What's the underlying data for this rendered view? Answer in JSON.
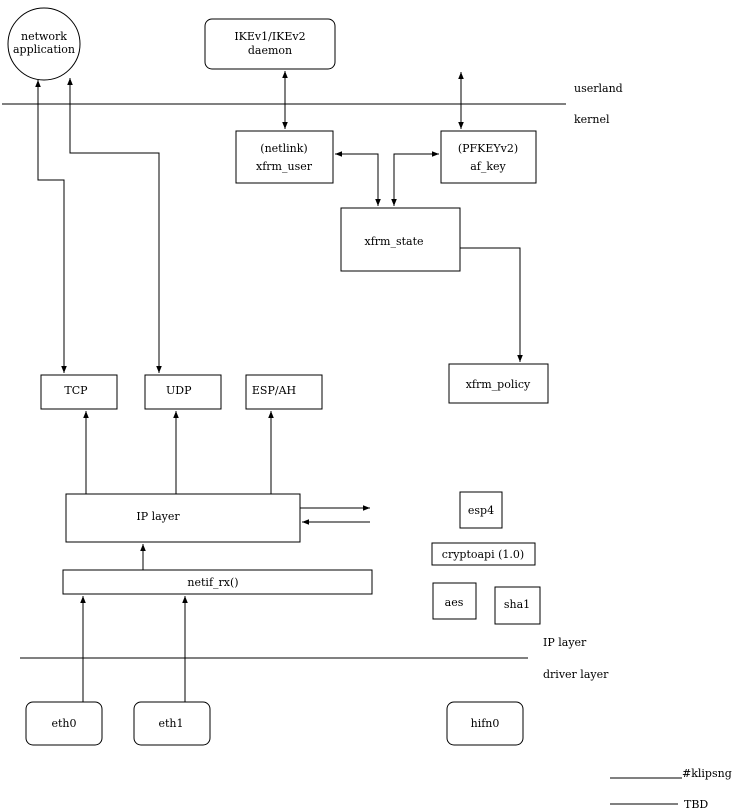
{
  "nodes": {
    "network_app": {
      "line1": "network",
      "line2": "application"
    },
    "ike_daemon": {
      "line1": "IKEv1/IKEv2",
      "line2": "daemon"
    },
    "xfrm_user": {
      "line1": "(netlink)",
      "line2": "xfrm_user"
    },
    "af_key": {
      "line1": "(PFKEYv2)",
      "line2": "af_key"
    },
    "xfrm_state": "xfrm_state",
    "xfrm_policy": "xfrm_policy",
    "tcp": "TCP",
    "udp": "UDP",
    "esp_ah": "ESP/AH",
    "ip_layer_box": "IP layer",
    "netif_rx": "netif_rx()",
    "esp4": "esp4",
    "cryptoapi": "cryptoapi (1.0)",
    "aes": "aes",
    "sha1": "sha1",
    "eth0": "eth0",
    "eth1": "eth1",
    "hifn0": "hifn0"
  },
  "layers": {
    "userland": "userland",
    "kernel": "kernel",
    "ip_layer": "IP layer",
    "driver_layer": "driver layer"
  },
  "legend": {
    "klipsng": "#klipsng",
    "tbd": "TBD"
  }
}
